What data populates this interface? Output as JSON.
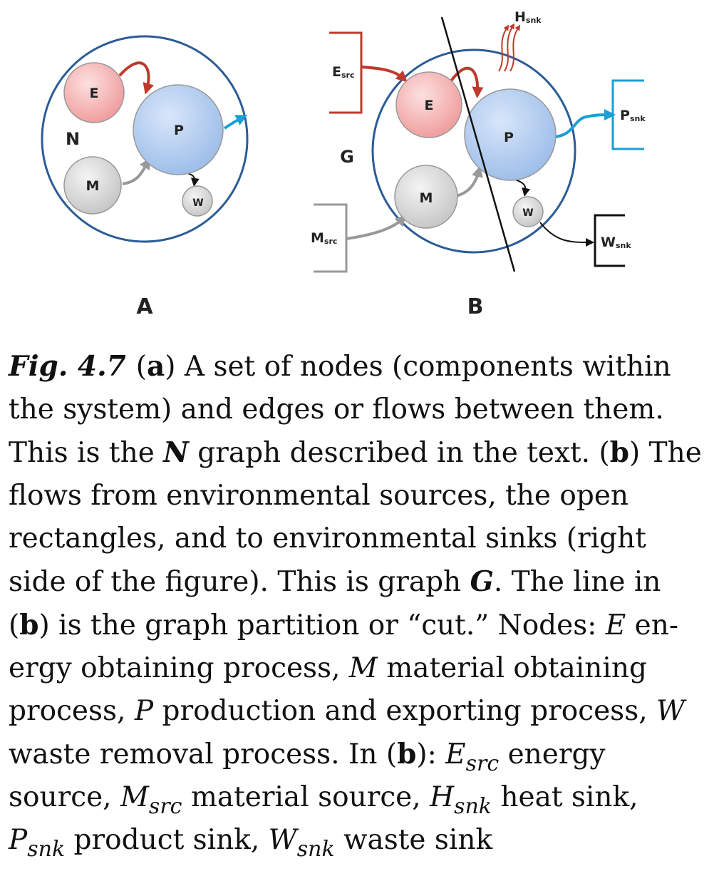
{
  "panel_a": {
    "label": "A",
    "graph_label": "N",
    "nodes": {
      "e": "E",
      "p": "P",
      "m": "M",
      "w": "W"
    }
  },
  "panel_b": {
    "label": "B",
    "graph_label": "G",
    "nodes": {
      "e": "E",
      "p": "P",
      "m": "M",
      "w": "W"
    },
    "sources": {
      "energy": {
        "main": "E",
        "sub": "src"
      },
      "material": {
        "main": "M",
        "sub": "src"
      }
    },
    "sinks": {
      "heat": {
        "main": "H",
        "sub": "snk"
      },
      "product": {
        "main": "P",
        "sub": "snk"
      },
      "waste": {
        "main": "W",
        "sub": "snk"
      }
    }
  },
  "colors": {
    "boundary": "#2b5c97",
    "energy": "#c0392b",
    "energy_fill": "#f4a8a8",
    "product": "#1a9fd6",
    "production_fill": "#a8c6ee",
    "material": "#999999",
    "material_fill": "#d6d6d6",
    "waste": "#111111"
  },
  "caption": {
    "label": "Fig. 4.7",
    "t1": "(",
    "a": "a",
    "t2": ") A set of nodes (components within the system) and edges or flows between them. This is the ",
    "n": "N",
    "t3": " graph described in the text. (",
    "b1": "b",
    "t4": ") The flows from environmental sources, the open rectangles, and to environmental sinks (right side of the figure). This is graph ",
    "g": "G",
    "t5": ". The line in (",
    "b2": "b",
    "t6": ") is the graph partition or “cut.” Nodes: ",
    "e": "E",
    "t7": " en-ergy obtaining process, ",
    "m": "M",
    "t8": " material obtaining process, ",
    "p": "P",
    "t9": " production and exporting process, ",
    "w": "W",
    "t10": " waste removal process. In (",
    "b3": "b",
    "t11": "): ",
    "esrc_main": "E",
    "esrc_sub": "src",
    "t12": " energy source, ",
    "msrc_main": "M",
    "msrc_sub": "src",
    "t13": " material source, ",
    "hsnk_main": "H",
    "hsnk_sub": "snk",
    "t14": " heat sink, ",
    "psnk_main": "P",
    "psnk_sub": "snk",
    "t15": " product sink, ",
    "wsnk_main": "W",
    "wsnk_sub": "snk",
    "t16": " waste sink"
  }
}
